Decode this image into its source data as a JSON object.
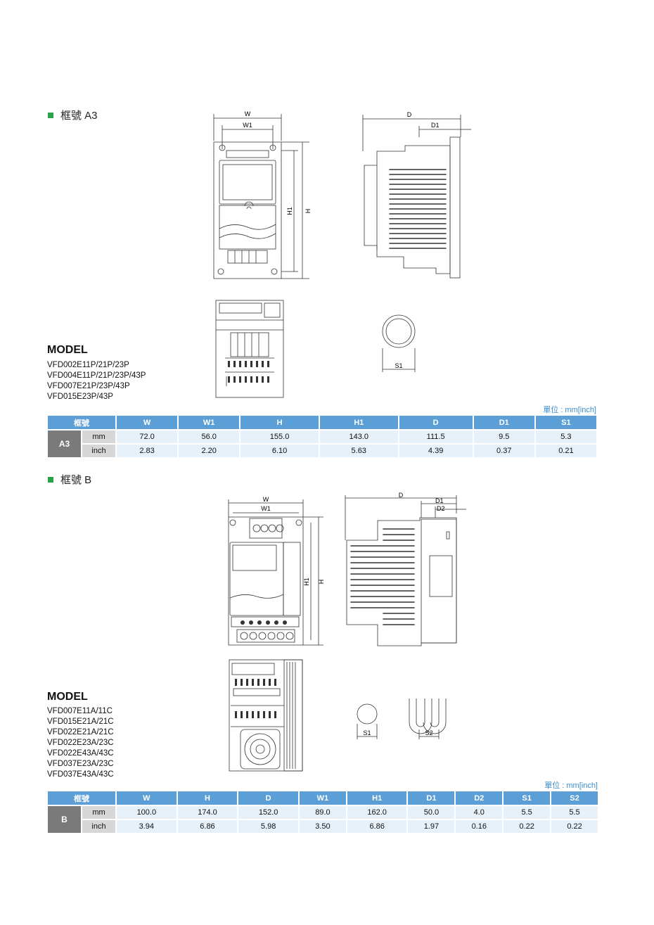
{
  "frame_a3": {
    "heading": "框號 A3",
    "dims": {
      "w": "W",
      "w1": "W1",
      "h": "H",
      "h1": "H1",
      "d": "D",
      "d1": "D1",
      "s1": "S1"
    },
    "model_title": "MODEL",
    "models": [
      "VFD002E11P/21P/23P",
      "VFD004E11P/21P/23P/43P",
      "VFD007E21P/23P/43P",
      "VFD015E23P/43P"
    ],
    "unit": "單位 : mm[inch]",
    "table": {
      "frame_header": "框號",
      "columns": [
        "W",
        "W1",
        "H",
        "H1",
        "D",
        "D1",
        "S1"
      ],
      "frame": "A3",
      "rows": [
        {
          "unit": "mm",
          "values": [
            "72.0",
            "56.0",
            "155.0",
            "143.0",
            "111.5",
            "9.5",
            "5.3"
          ]
        },
        {
          "unit": "inch",
          "values": [
            "2.83",
            "2.20",
            "6.10",
            "5.63",
            "4.39",
            "0.37",
            "0.21"
          ]
        }
      ]
    }
  },
  "frame_b": {
    "heading": "框號 B",
    "dims": {
      "w": "W",
      "w1": "W1",
      "h": "H",
      "h1": "H1",
      "d": "D",
      "d1": "D1",
      "d2": "D2",
      "s1": "S1",
      "s2": "S2"
    },
    "model_title": "MODEL",
    "models": [
      "VFD007E11A/11C",
      "VFD015E21A/21C",
      "VFD022E21A/21C",
      "VFD022E23A/23C",
      "VFD022E43A/43C",
      "VFD037E23A/23C",
      "VFD037E43A/43C"
    ],
    "unit": "單位 : mm[inch]",
    "table": {
      "frame_header": "框號",
      "columns": [
        "W",
        "H",
        "D",
        "W1",
        "H1",
        "D1",
        "D2",
        "S1",
        "S2"
      ],
      "frame": "B",
      "rows": [
        {
          "unit": "mm",
          "values": [
            "100.0",
            "174.0",
            "152.0",
            "89.0",
            "162.0",
            "50.0",
            "4.0",
            "5.5",
            "5.5"
          ]
        },
        {
          "unit": "inch",
          "values": [
            "3.94",
            "6.86",
            "5.98",
            "3.50",
            "6.86",
            "1.97",
            "0.16",
            "0.22",
            "0.22"
          ]
        }
      ]
    }
  }
}
